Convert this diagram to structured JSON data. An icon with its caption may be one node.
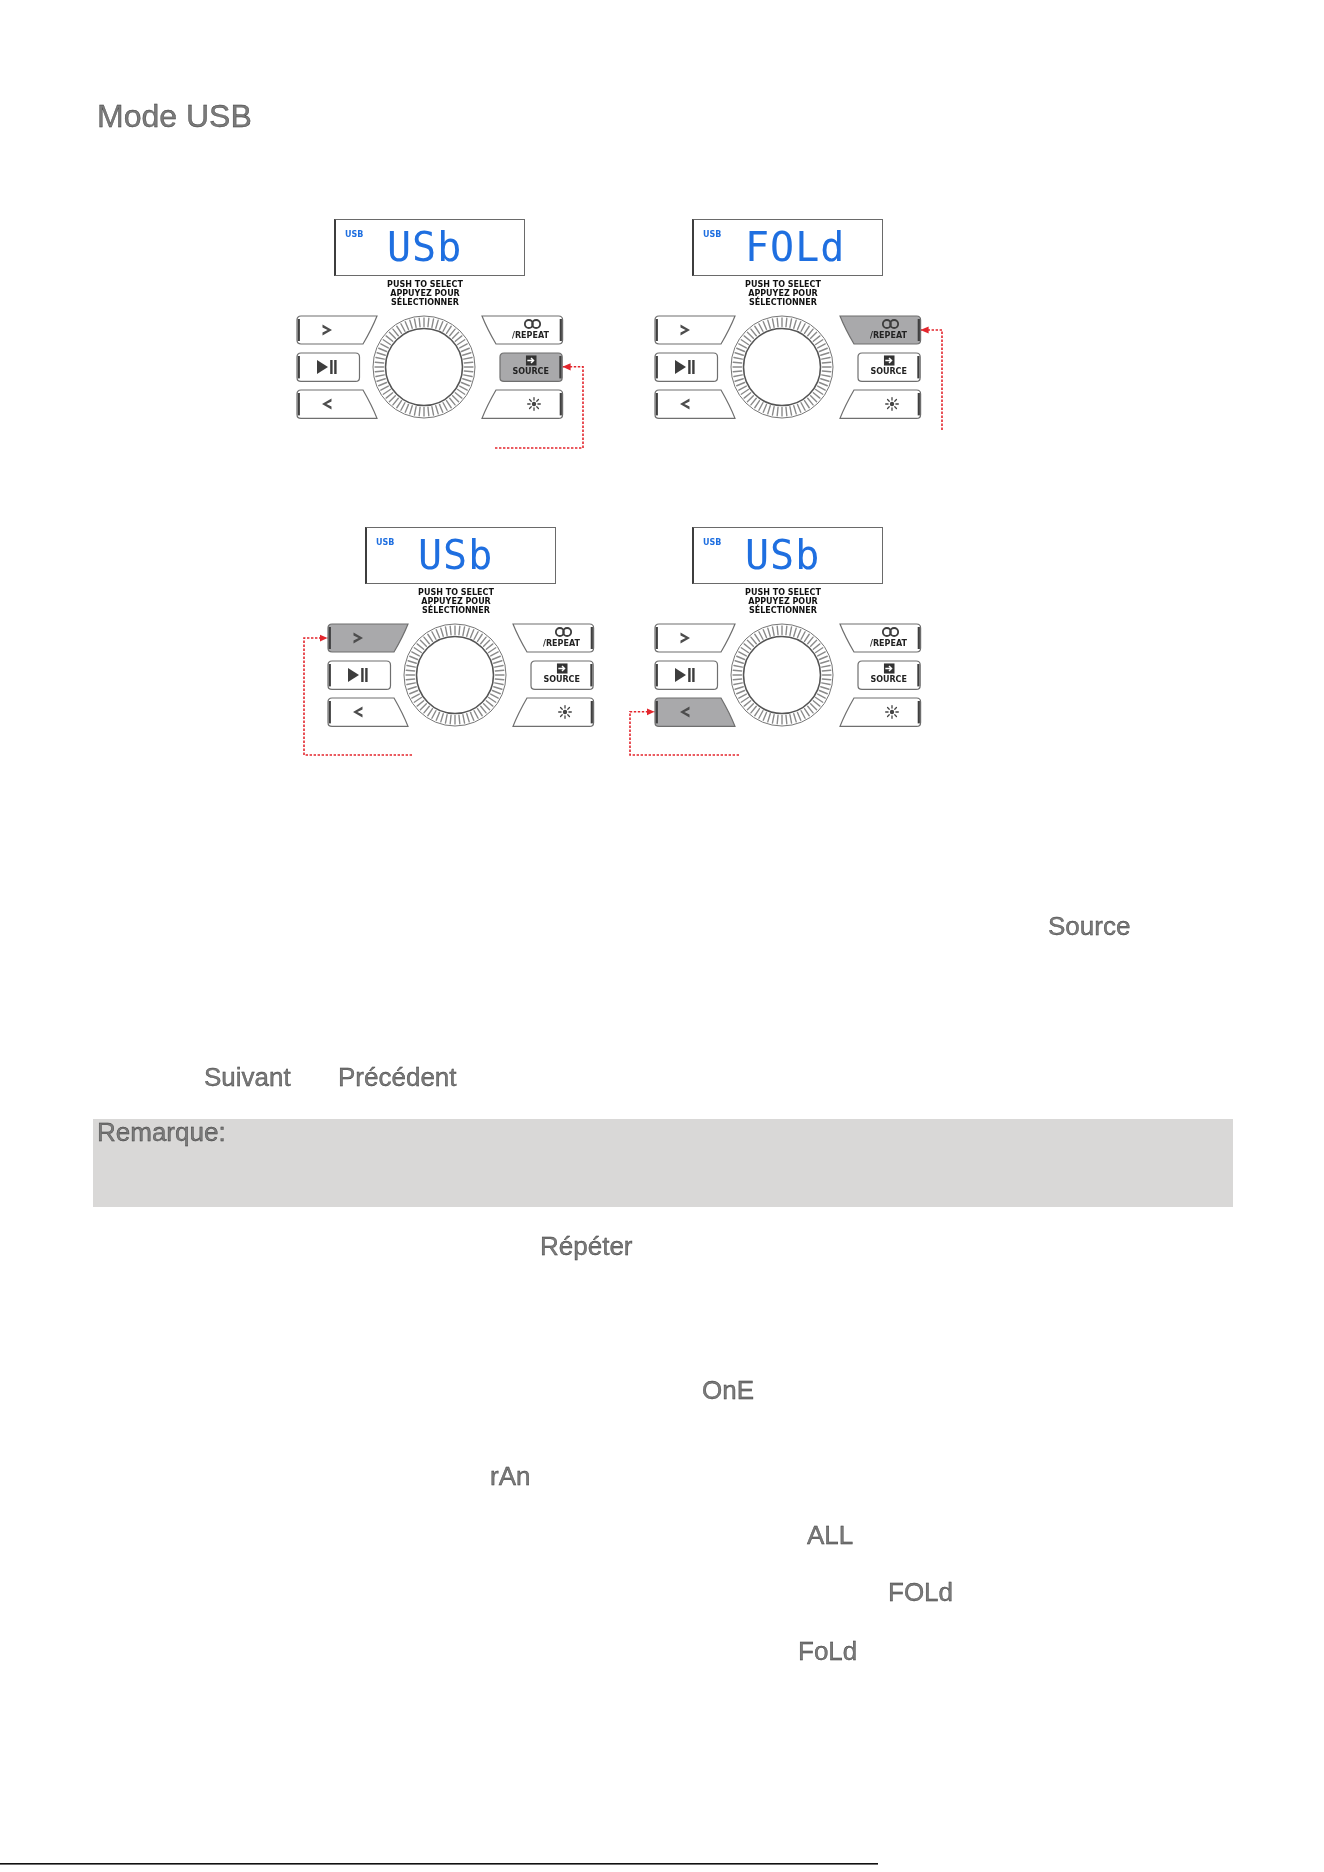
{
  "diagram": {
    "title": "Mode USB",
    "nodes": [
      {
        "text": [
          "USB",
          "USb"
        ]
      },
      {
        "text": [],
        "shape": "box"
      },
      {
        "text": [
          "/REPEAT"
        ]
      },
      {
        "text": [],
        "shape": "box"
      },
      {
        "text": [
          "SOURCE"
        ]
      },
      {
        "text": [],
        "shape": "box"
      },
      {
        "text": [],
        "shape": "box"
      },
      {
        "text": [
          "USB",
          "FOLd"
        ]
      },
      {
        "text": [],
        "shape": "box"
      },
      {
        "text": [
          "/REPEAT"
        ]
      },
      {
        "text": [],
        "shape": "box"
      },
      {
        "text": [
          "SOURCE"
        ]
      },
      {
        "text": [],
        "shape": "box"
      },
      {
        "text": [],
        "shape": "box"
      },
      {
        "text": [
          "USB",
          "USb"
        ]
      },
      {
        "text": [],
        "shape": "box"
      },
      {
        "text": [
          "/REPEAT"
        ]
      },
      {
        "text": [],
        "shape": "box"
      },
      {
        "text": [
          "SOURCE"
        ]
      },
      {
        "text": [],
        "shape": "box"
      },
      {
        "text": [],
        "shape": "box"
      },
      {
        "text": [
          "USB",
          "USb"
        ]
      },
      {
        "text": [],
        "shape": "box"
      },
      {
        "text": [
          "/REPEAT"
        ]
      },
      {
        "text": [],
        "shape": "box"
      },
      {
        "text": [
          "SOURCE"
        ]
      },
      {
        "text": [],
        "shape": "box"
      },
      {
        "text": [],
        "shape": "box"
      },
      {
        "text": [
          "Remarque:"
        ]
      }
    ],
    "edges": [
      {
        "from": null,
        "to": 4,
        "arrow": "to",
        "style": "dashed"
      },
      {
        "from": null,
        "to": 9,
        "arrow": "to",
        "style": "dashed"
      },
      {
        "from": null,
        "to": 15,
        "arrow": "to",
        "style": "dashed"
      },
      {
        "from": null,
        "to": 26,
        "arrow": "to",
        "style": "dashed"
      }
    ],
    "labels": [
      "PUSH TO SELECT",
      "APPUYEZ POUR SÉLECTIONNER",
      "PUSH TO SELECT",
      "APPUYEZ POUR SÉLECTIONNER",
      "PUSH TO SELECT",
      "APPUYEZ POUR SÉLECTIONNER",
      "PUSH TO SELECT",
      "APPUYEZ POUR SÉLECTIONNER",
      "Source",
      "Suivant",
      "Précédent",
      "Répéter",
      "OnE",
      "rAn",
      "ALL",
      "FOLd",
      "FoLd"
    ]
  }
}
